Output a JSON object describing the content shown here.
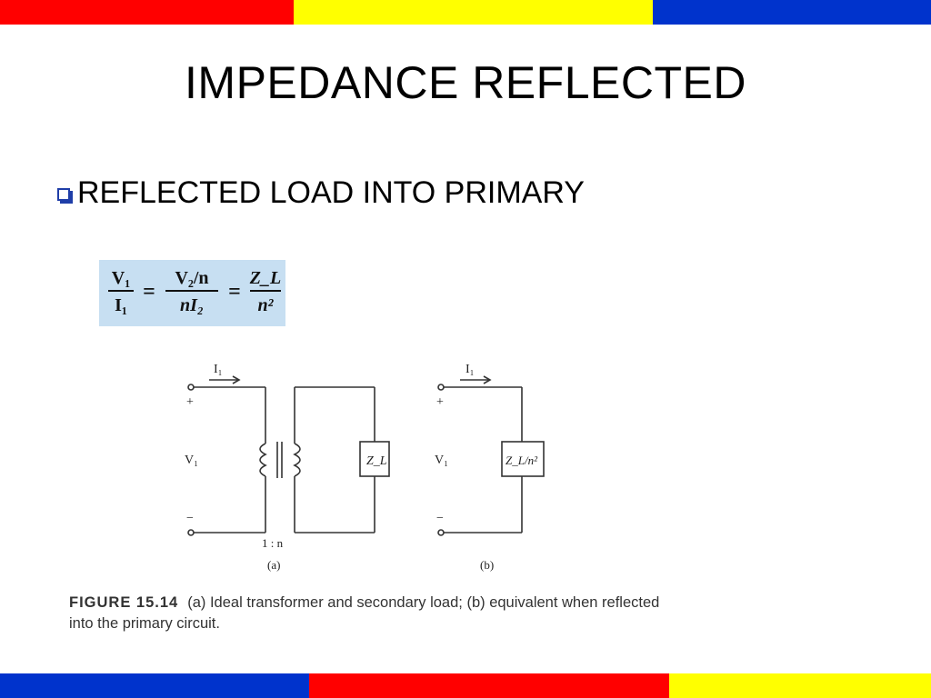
{
  "colors": {
    "red": "#ff0000",
    "yellow": "#ffff00",
    "blue": "#0033cc",
    "equation_bg": "#c7dff2",
    "bullet": "#1f3ea8"
  },
  "slide": {
    "title": "IMPEDANCE REFLECTED",
    "bullet_icon": "hollow-square-bullet",
    "bullet": "REFLECTED LOAD INTO PRIMARY"
  },
  "equation": {
    "frac1_num": "V₁",
    "frac1_den": "I₁",
    "frac2_num": "V₂/n",
    "frac2_den": "nI₂",
    "frac3_num": "Z_L",
    "frac3_den": "n²",
    "eq": "="
  },
  "figure": {
    "a": {
      "current": "I₁",
      "plus": "+",
      "minus": "−",
      "voltage": "V₁",
      "load": "Z_L",
      "ratio": "1 : n",
      "label": "(a)"
    },
    "b": {
      "current": "I₁",
      "plus": "+",
      "minus": "−",
      "voltage": "V₁",
      "load": "Z_L/n²",
      "label": "(b)"
    },
    "caption_label": "FIGURE 15.14",
    "caption_text": "(a) Ideal transformer and secondary load; (b) equivalent when reflected into the primary circuit."
  }
}
